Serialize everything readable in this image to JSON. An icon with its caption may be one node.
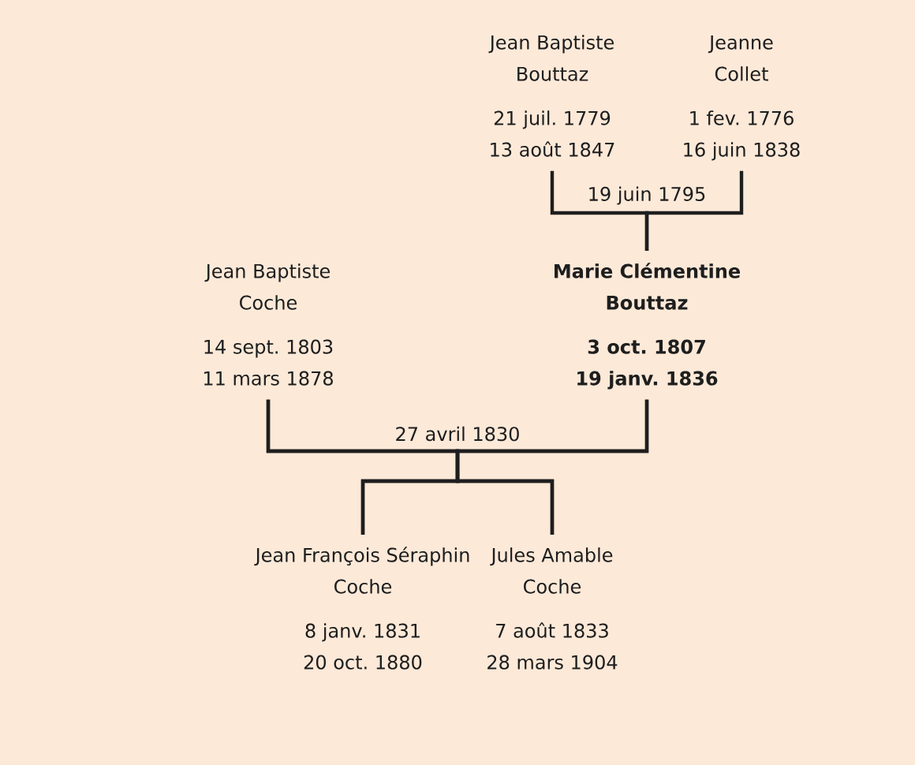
{
  "diagram": {
    "nodes": [
      {
        "text": [
          "Jean Baptiste",
          "Bouttaz",
          "21 juil. 1779",
          "13 août 1847"
        ]
      },
      {
        "text": [
          "Jeanne",
          "Collet",
          "1 fev. 1776",
          "16 juin 1838"
        ]
      },
      {
        "text": [
          "Jean Baptiste",
          "Coche",
          "14 sept. 1803",
          "11 mars 1878"
        ]
      },
      {
        "text": [
          "Marie Clémentine",
          "Bouttaz",
          "3 oct. 1807",
          "19 janv. 1836"
        ]
      },
      {
        "text": [
          "Jean François Séraphin",
          "Coche",
          "8 janv. 1831",
          "20 oct. 1880"
        ]
      },
      {
        "text": [
          "Jules Amable",
          "Coche",
          "7 août 1833",
          "28 mars 1904"
        ]
      }
    ],
    "edges": [
      {
        "from": 0,
        "to": 3,
        "arrow": "none",
        "label": "19 juin 1795"
      },
      {
        "from": 1,
        "to": 3,
        "arrow": "none"
      },
      {
        "from": 2,
        "to": 4,
        "arrow": "none",
        "label": "27 avril 1830"
      },
      {
        "from": 2,
        "to": 5,
        "arrow": "none"
      },
      {
        "from": 3,
        "to": 4,
        "arrow": "none"
      },
      {
        "from": 3,
        "to": 5,
        "arrow": "none"
      }
    ]
  }
}
